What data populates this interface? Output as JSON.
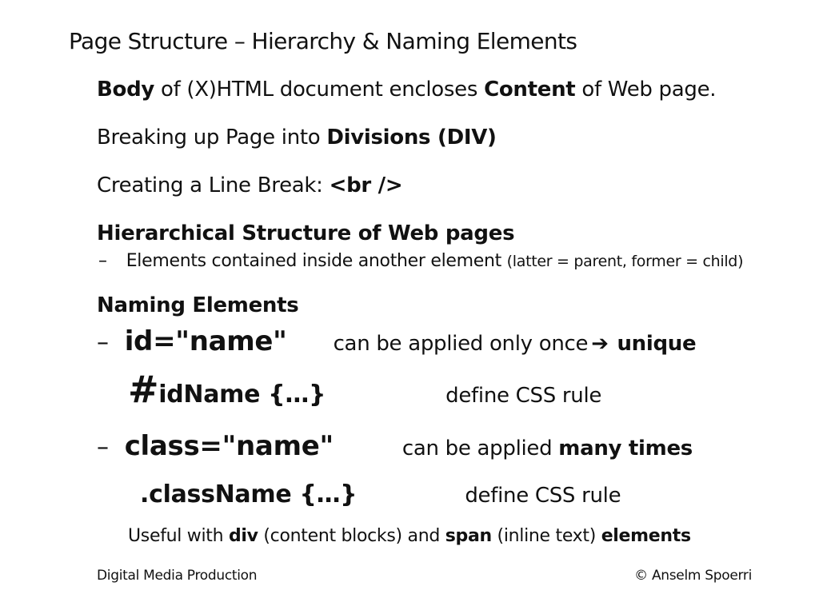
{
  "slide": {
    "background": "#ffffff",
    "text_color": "#111111",
    "title": "Page Structure – Hierarchy & Naming Elements",
    "body_line": {
      "b1": "Body",
      "t1": " of (X)HTML document encloses ",
      "b2": "Content",
      "t2": " of Web page."
    },
    "breaking_line": {
      "t1": "Breaking up Page into ",
      "b1": "Divisions (DIV)"
    },
    "linebreak_line": {
      "t1": "Creating a Line Break: ",
      "b1": "<br />"
    },
    "hierarchical_heading": "Hierarchical Structure of Web pages",
    "hierarchy_bullet": {
      "dash": "–",
      "text": "Elements contained inside another element ",
      "note": "(latter = parent, former = child)"
    },
    "naming_heading": "Naming Elements",
    "id_bullet": {
      "dash": "–",
      "code": "id=\"name\"",
      "text": "can be applied only once",
      "arrow": "➔",
      "bold": " unique"
    },
    "id_css": {
      "hash": "#",
      "code": "idName {…}",
      "text": "define CSS rule"
    },
    "class_bullet": {
      "dash": "–",
      "code": "class=\"name\"",
      "text": "can be applied ",
      "bold": "many times"
    },
    "class_css": {
      "code": ".className {…}",
      "text": "define CSS rule"
    },
    "useful_line": {
      "t1": "Useful with ",
      "b1": "div",
      "t2": " (content blocks) and ",
      "b2": "span",
      "t3": " (inline text) ",
      "b3": "elements"
    },
    "footer": {
      "left": "Digital Media Production",
      "right": "© Anselm Spoerri"
    }
  }
}
